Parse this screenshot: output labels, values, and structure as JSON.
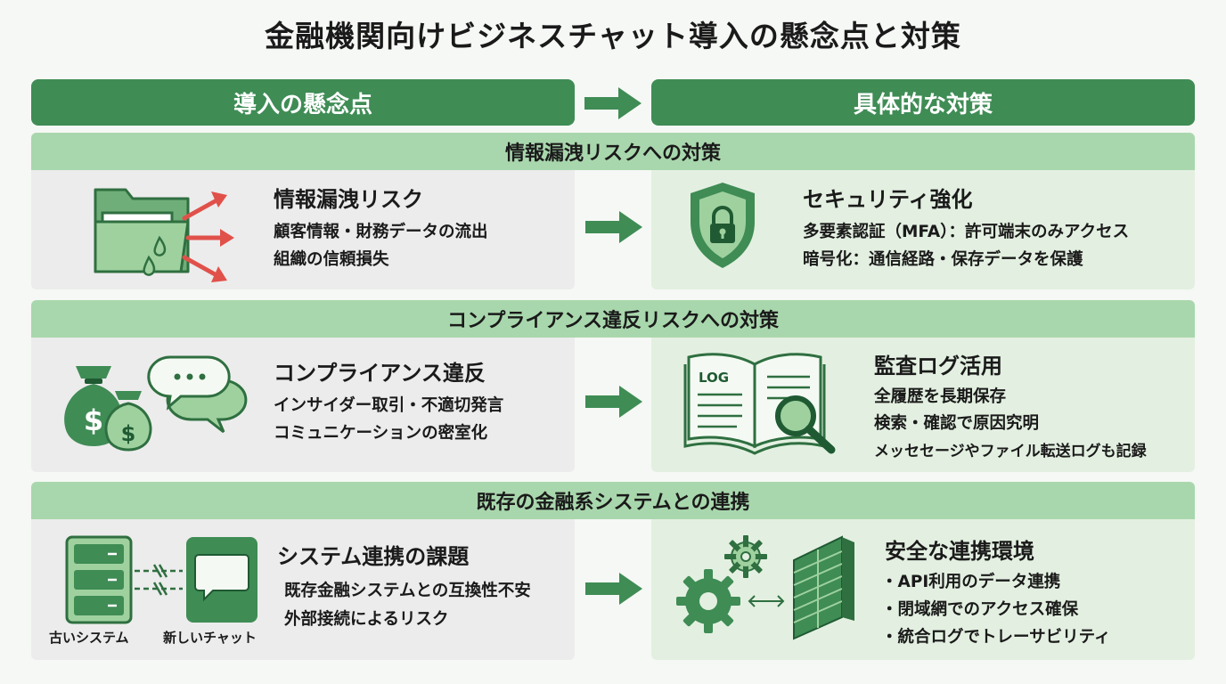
{
  "title": "金融機関向けビジネスチャット導入の懸念点と対策",
  "columns": {
    "left": "導入の懸念点",
    "right": "具体的な対策"
  },
  "sections": [
    {
      "header": "情報漏洩リスクへの対策",
      "concern": {
        "heading": "情報漏洩リスク",
        "lines": [
          "顧客情報・財務データの流出",
          "組織の信頼損失"
        ],
        "icon": "folder-leak-icon"
      },
      "measure": {
        "heading": "セキュリティ強化",
        "lines": [
          "多要素認証（MFA）：許可端末のみアクセス",
          "暗号化：通信経路・保存データを保護"
        ],
        "icon": "shield-lock-icon"
      }
    },
    {
      "header": "コンプライアンス違反リスクへの対策",
      "concern": {
        "heading": "コンプライアンス違反",
        "lines": [
          "インサイダー取引・不適切発言",
          "コミュニケーションの密室化"
        ],
        "icon": "money-chat-icon"
      },
      "measure": {
        "heading": "監査ログ活用",
        "lines": [
          "全履歴を長期保存",
          "検索・確認で原因究明",
          "メッセセージやファイル転送ログも記録"
        ],
        "icon": "log-book-search-icon",
        "icon_text": "LOG"
      }
    },
    {
      "header": "既存の金融系システムとの連携",
      "concern": {
        "heading": "システム連携の課題",
        "lines": [
          "既存金融システムとの互換性不安",
          "外部接続によるリスク"
        ],
        "icon": "server-chat-icon",
        "captions": [
          "古いシステム",
          "新しいチャット"
        ]
      },
      "measure": {
        "heading": "安全な連携環境",
        "lines": [
          "・API利用のデータ連携",
          "・閉域網でのアクセス確保",
          "・統合ログでトレーサビリティ"
        ],
        "icon": "gear-firewall-icon"
      }
    }
  ],
  "colors": {
    "primary": "#3f8c55",
    "section_header": "#a9d7ad",
    "concern_bg": "#ececec",
    "measure_bg": "#e3f0e1",
    "icon_light": "#9fd19f",
    "leak_arrow": "#e0514a"
  }
}
